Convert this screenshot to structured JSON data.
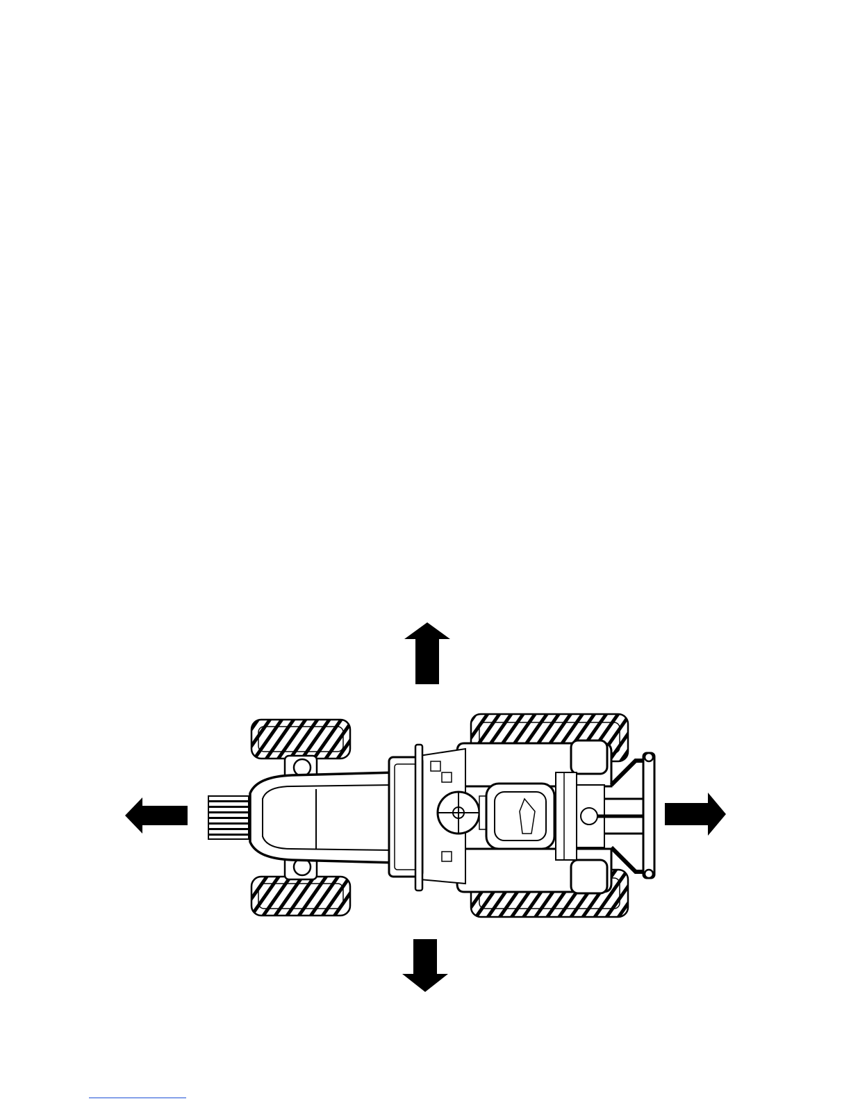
{
  "page": {
    "background": "#ffffff"
  },
  "colors": {
    "ink": "#000000",
    "paper": "#ffffff",
    "footnote_rule": "#1a4fd6"
  },
  "diagram": {
    "subject": "tractor-top-view",
    "arrows": [
      {
        "name": "arrow-up-icon",
        "direction": "up"
      },
      {
        "name": "arrow-down-icon",
        "direction": "down"
      },
      {
        "name": "arrow-left-icon",
        "direction": "left"
      },
      {
        "name": "arrow-right-icon",
        "direction": "right"
      }
    ]
  }
}
